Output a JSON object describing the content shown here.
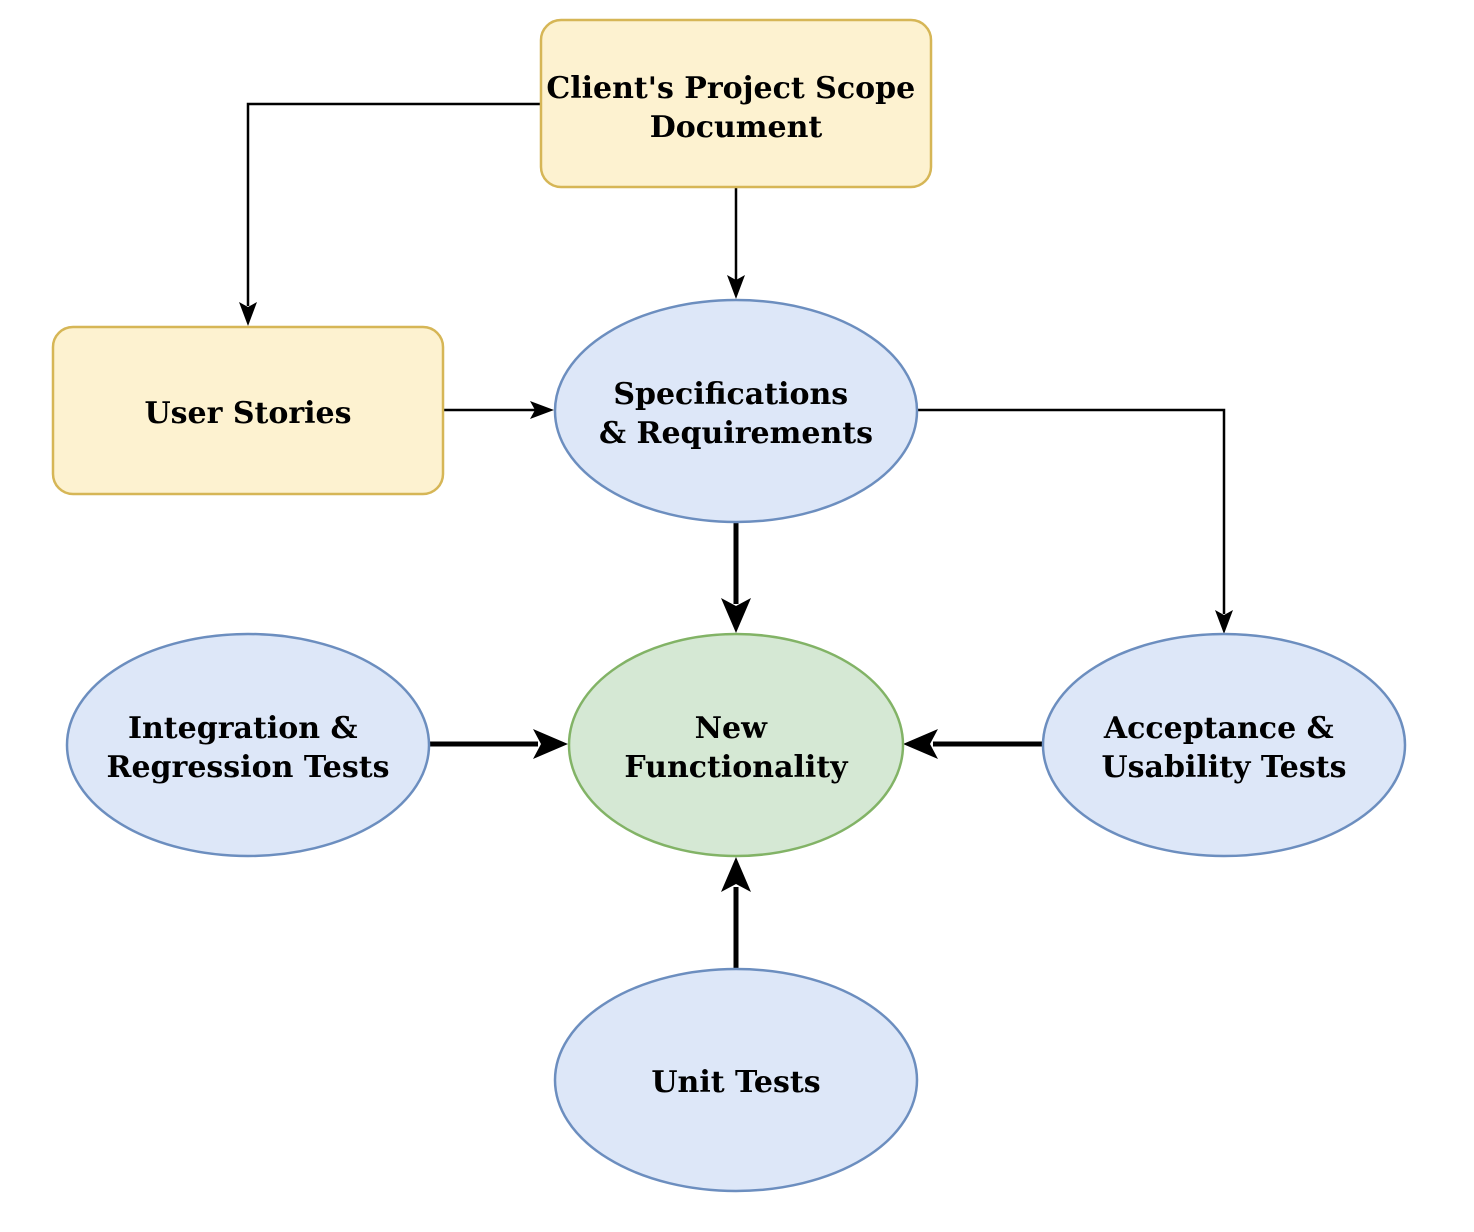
{
  "colors": {
    "doc_fill": "#fdf2d0",
    "doc_stroke": "#d6b656",
    "process_fill": "#dde7f8",
    "process_stroke": "#6c8ebf",
    "goal_fill": "#d5e8d4",
    "goal_stroke": "#82b366",
    "line": "#000000"
  },
  "nodes": {
    "scope_document": {
      "lines": [
        "Client's Project Scope",
        "Document"
      ]
    },
    "user_stories": {
      "lines": [
        "User Stories"
      ]
    },
    "specifications": {
      "lines": [
        "Specifications",
        "& Requirements"
      ]
    },
    "new_functionality": {
      "lines": [
        "New",
        "Functionality"
      ]
    },
    "integration_tests": {
      "lines": [
        "Integration &",
        "Regression Tests"
      ]
    },
    "acceptance_tests": {
      "lines": [
        "Acceptance &",
        "Usability Tests"
      ]
    },
    "unit_tests": {
      "lines": [
        "Unit Tests"
      ]
    }
  },
  "connections": [
    {
      "from": "scope_document",
      "to": "user_stories",
      "weight": "thin"
    },
    {
      "from": "scope_document",
      "to": "specifications",
      "weight": "thin"
    },
    {
      "from": "user_stories",
      "to": "specifications",
      "weight": "thin"
    },
    {
      "from": "specifications",
      "to": "acceptance_tests",
      "weight": "thin"
    },
    {
      "from": "specifications",
      "to": "new_functionality",
      "weight": "thick"
    },
    {
      "from": "integration_tests",
      "to": "new_functionality",
      "weight": "thick"
    },
    {
      "from": "acceptance_tests",
      "to": "new_functionality",
      "weight": "thick"
    },
    {
      "from": "unit_tests",
      "to": "new_functionality",
      "weight": "thick"
    }
  ]
}
